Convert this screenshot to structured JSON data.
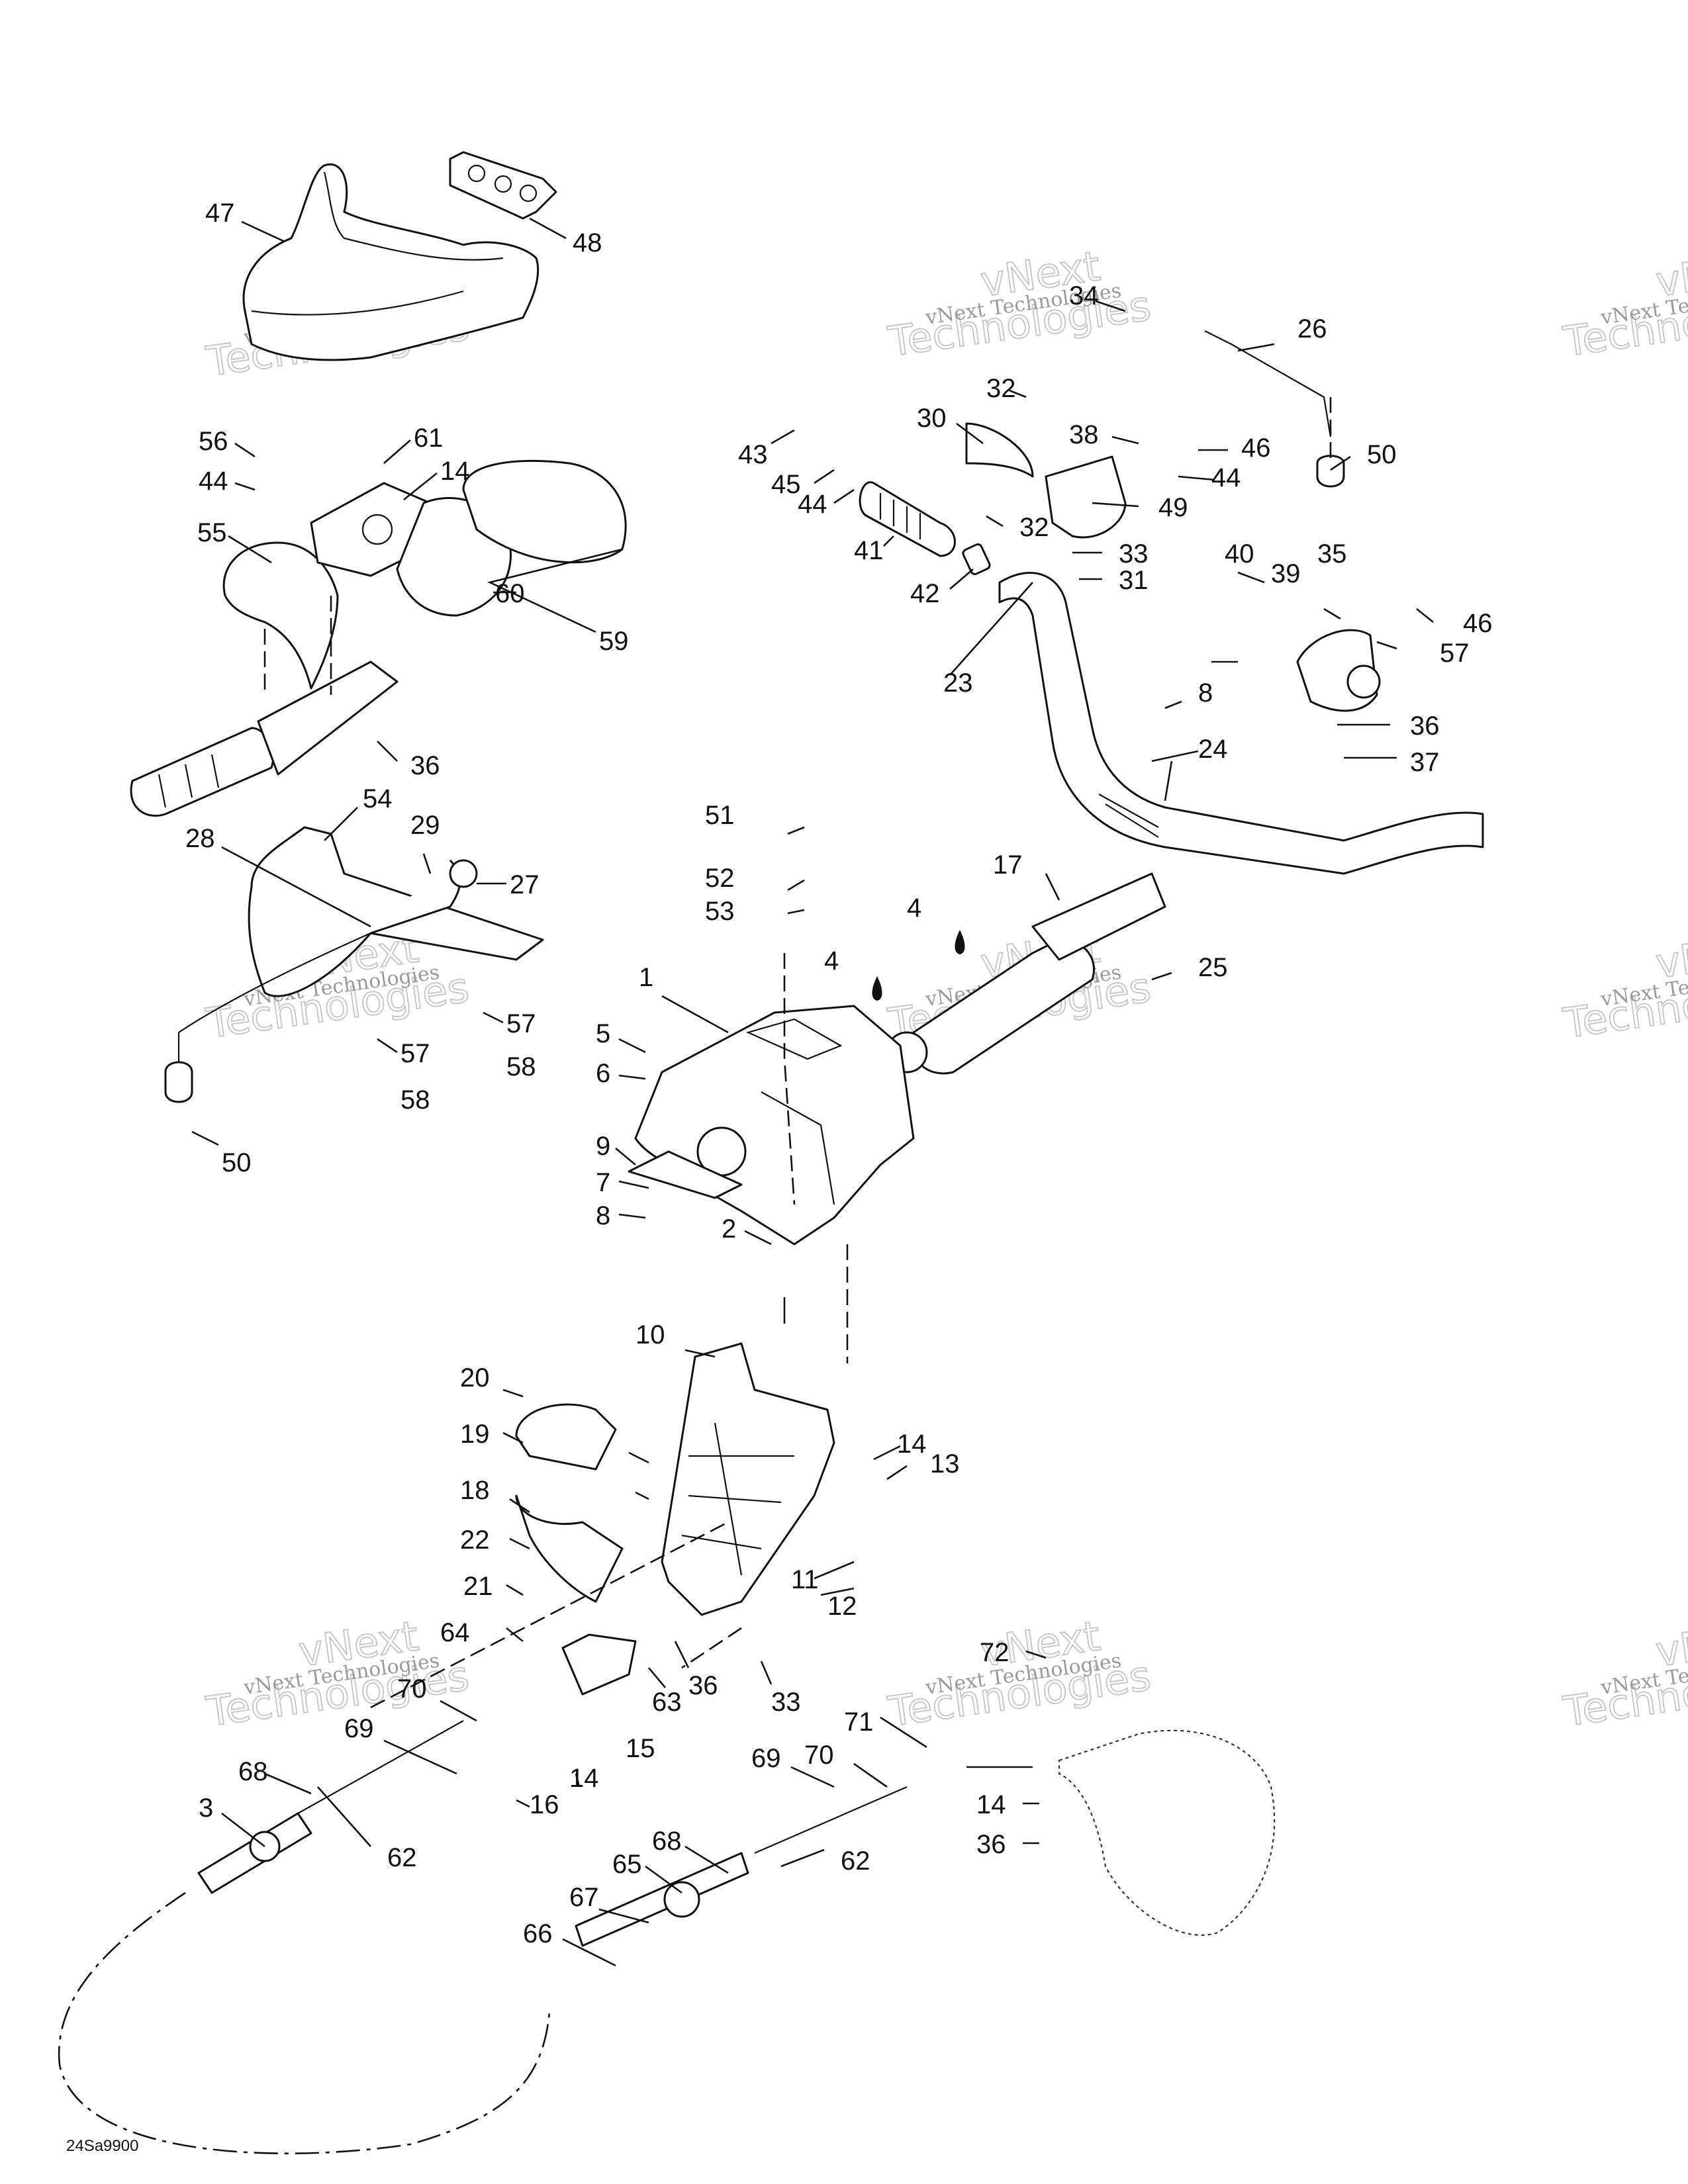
{
  "diagram": {
    "reference_code": "24Sa9900",
    "part_numbers": {
      "p1": "1",
      "p2": "2",
      "p3": "3",
      "p4a": "4",
      "p4b": "4",
      "p5": "5",
      "p6": "6",
      "p7": "7",
      "p8a": "8",
      "p8b": "8",
      "p9": "9",
      "p10": "10",
      "p11": "11",
      "p12": "12",
      "p13": "13",
      "p14a": "14",
      "p14b": "14",
      "p14c": "14",
      "p14d": "14",
      "p15": "15",
      "p16": "16",
      "p17": "17",
      "p18": "18",
      "p19": "19",
      "p20": "20",
      "p21": "21",
      "p22": "22",
      "p23": "23",
      "p24": "24",
      "p25": "25",
      "p26": "26",
      "p27": "27",
      "p28": "28",
      "p29": "29",
      "p30": "30",
      "p31": "31",
      "p32a": "32",
      "p32b": "32",
      "p33a": "33",
      "p33b": "33",
      "p34": "34",
      "p35": "35",
      "p36a": "36",
      "p36b": "36",
      "p36c": "36",
      "p36d": "36",
      "p37": "37",
      "p38": "38",
      "p39": "39",
      "p40": "40",
      "p41": "41",
      "p42": "42",
      "p43": "43",
      "p44a": "44",
      "p44b": "44",
      "p44c": "44",
      "p45": "45",
      "p46a": "46",
      "p46b": "46",
      "p47": "47",
      "p48": "48",
      "p49": "49",
      "p50a": "50",
      "p50b": "50",
      "p51": "51",
      "p52": "52",
      "p53": "53",
      "p54": "54",
      "p55": "55",
      "p56": "56",
      "p57a": "57",
      "p57b": "57",
      "p57c": "57",
      "p58a": "58",
      "p58b": "58",
      "p59": "59",
      "p60": "60",
      "p61": "61",
      "p62a": "62",
      "p62b": "62",
      "p63": "63",
      "p64": "64",
      "p65": "65",
      "p66": "66",
      "p67": "67",
      "p68a": "68",
      "p68b": "68",
      "p69a": "69",
      "p69b": "69",
      "p70a": "70",
      "p70b": "70",
      "p71": "71",
      "p72": "72"
    },
    "watermark": {
      "line1": "vNext Technologies",
      "big1": "vNext",
      "big2": "Technologies"
    }
  }
}
